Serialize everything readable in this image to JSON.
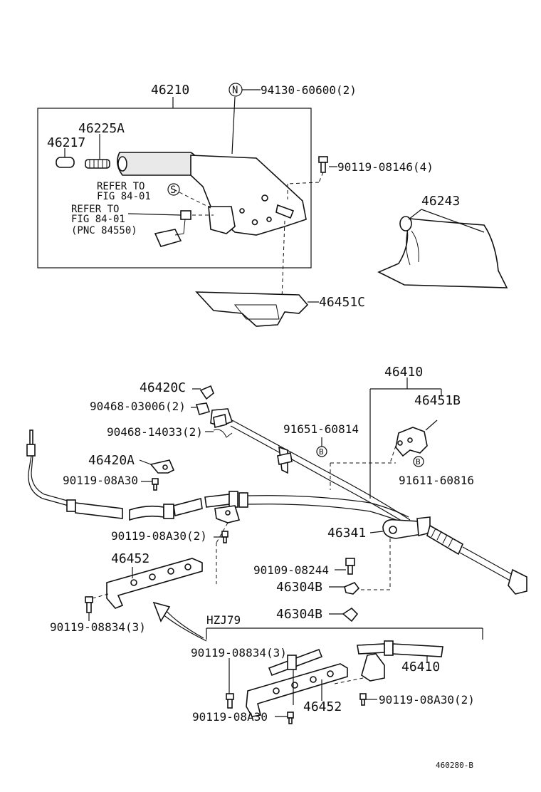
{
  "labels": {
    "l46210": "46210",
    "n_mark": "N",
    "l94130": "94130-60600(2)",
    "l46225a": "46225A",
    "l46217": "46217",
    "l90119_08146": "90119-08146(4)",
    "refer1_a": "REFER TO",
    "refer1_b": "FIG 84-01",
    "s_mark": "S",
    "refer2_a": "REFER TO",
    "refer2_b": "FIG 84-01",
    "refer2_c": "(PNC 84550)",
    "l46243": "46243",
    "l46451c": "46451C",
    "l46410_top": "46410",
    "l46420c": "46420C",
    "l90468_03006": "90468-03006(2)",
    "l46451b": "46451B",
    "l90468_14033": "90468-14033(2)",
    "l91651": "91651-60814",
    "b_mark1": "B",
    "l46420a": "46420A",
    "b_mark2": "B",
    "l91611": "91611-60816",
    "l90119_08a30_a": "90119-08A30",
    "l46341": "46341",
    "l90119_08a30_b": "90119-08A30(2)",
    "l46452_a": "46452",
    "l90109": "90109-08244",
    "l46304b_a": "46304B",
    "l90119_08834_a": "90119-08834(3)",
    "l46304b_b": "46304B",
    "hzj79": "HZJ79",
    "l90119_08834_b": "90119-08834(3)",
    "l46410_bottom": "46410",
    "l46452_b": "46452",
    "l90119_08a30_c": "90119-08A30(2)",
    "l90119_08a30_d": "90119-08A30",
    "drawing_code": "460280-B"
  }
}
